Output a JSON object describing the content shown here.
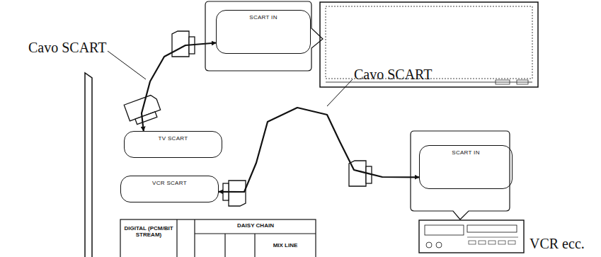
{
  "diagram": {
    "nodes": [
      {
        "text": [
          "SCART IN"
        ]
      },
      {
        "text": [
          "TV SCART"
        ]
      },
      {
        "text": [
          "VCR SCART"
        ]
      },
      {
        "text": [
          "SCART IN"
        ]
      }
    ],
    "edges": [
      {
        "from": 1,
        "to": 0,
        "arrow": "both"
      },
      {
        "from": 2,
        "to": 3,
        "arrow": "both"
      }
    ],
    "labels": [
      "Cavo SCART",
      "Cavo SCART",
      "DIGITAL (PCM/BIT STREAM)",
      "DAISY CHAIN",
      "MIX LINE",
      "VCR ecc."
    ]
  }
}
